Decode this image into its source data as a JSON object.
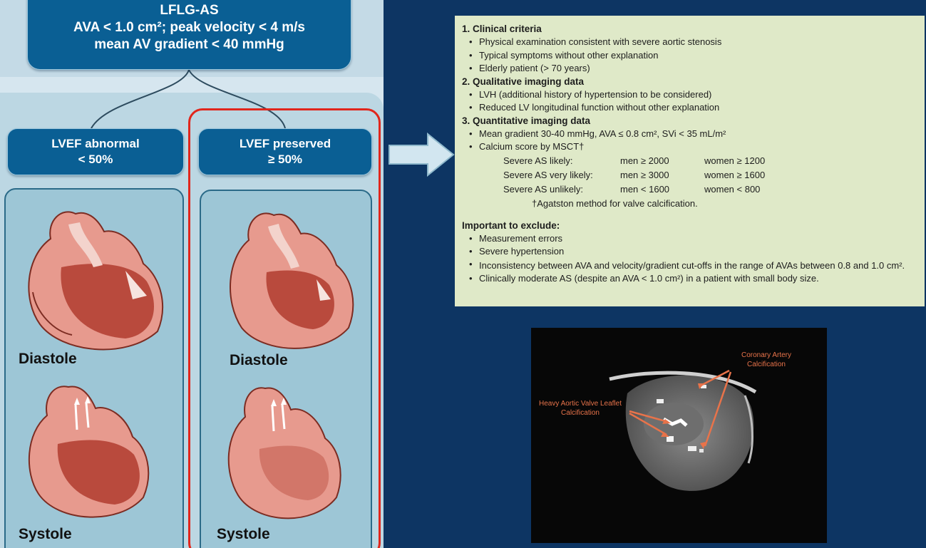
{
  "flow": {
    "top_node": {
      "line1": "LFLG-AS",
      "line2": "AVA < 1.0 cm²; peak velocity < 4 m/s",
      "line3": "mean AV gradient < 40 mmHg"
    },
    "branch_abnormal": {
      "line1": "LVEF abnormal",
      "line2": "< 50%"
    },
    "branch_preserved": {
      "line1": "LVEF preserved",
      "line2": "≥ 50%"
    },
    "phases": {
      "diastole": "Diastole",
      "systole": "Systole"
    }
  },
  "criteria": {
    "sections": [
      {
        "heading": "1. Clinical criteria",
        "bullets": [
          "Physical examination consistent with severe aortic stenosis",
          "Typical symptoms without other explanation",
          "Elderly patient (> 70 years)"
        ]
      },
      {
        "heading": "2. Qualitative imaging data",
        "bullets": [
          "LVH (additional history of hypertension to be considered)",
          "Reduced LV longitudinal function without other explanation"
        ]
      },
      {
        "heading": "3. Quantitative imaging data",
        "bullets": [
          "Mean gradient 30-40 mmHg, AVA ≤ 0.8 cm², SVi < 35 mL/m²",
          "Calcium score by MSCT†"
        ]
      }
    ],
    "calcium_table": [
      {
        "label": "Severe AS likely:",
        "men": "men ≥ 2000",
        "women": "women ≥ 1200"
      },
      {
        "label": "Severe AS very likely:",
        "men": "men ≥ 3000",
        "women": "women ≥ 1600"
      },
      {
        "label": "Severe AS unlikely:",
        "men": "men < 1600",
        "women": "women < 800"
      }
    ],
    "footnote": "†Agatston method for valve calcification.",
    "exclude_heading": "Important to exclude:",
    "exclude_bullets": [
      "Measurement errors",
      "Severe hypertension",
      "Inconsistency between AVA and velocity/gradient cut-offs in the range of AVAs between 0.8 and 1.0 cm².",
      "Clinically moderate AS (despite an AVA < 1.0 cm²) in a patient with small body size."
    ]
  },
  "ct_image": {
    "label_coronary": "Coronary Artery Calcification",
    "label_valve": "Heavy Aortic Valve Leaflet Calcification"
  },
  "colors": {
    "page_background": "#0d3563",
    "node_fill": "#0a5f94",
    "highlight_frame": "#e1261c",
    "criteria_background": "#dfe9c8",
    "ct_annotation": "#e8734a"
  }
}
